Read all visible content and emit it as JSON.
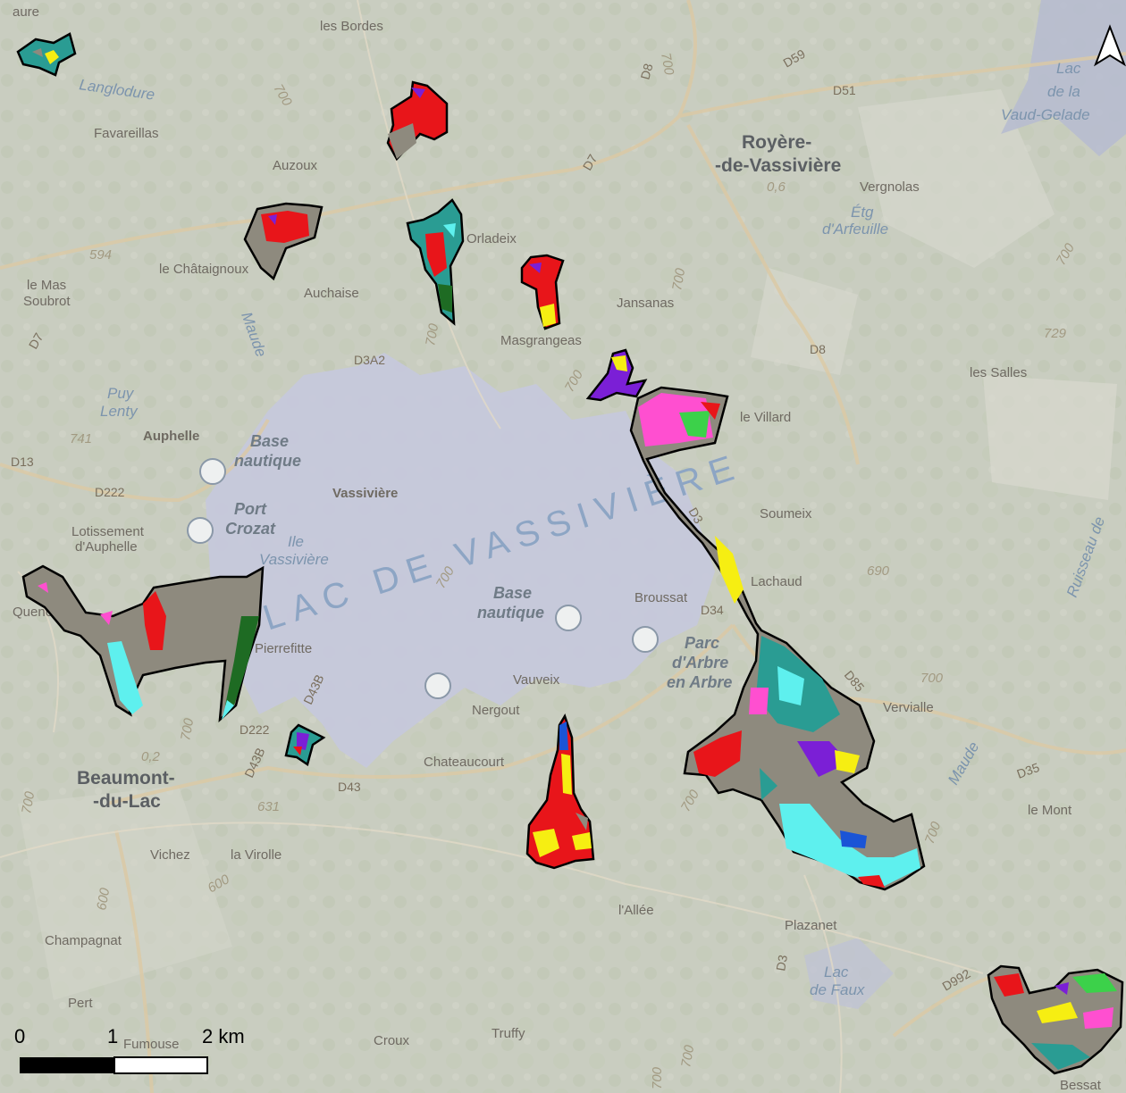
{
  "map": {
    "places": [
      "les Bordes",
      "Favareillas",
      "Auzoux",
      "le Châtaignoux",
      "Auchaise",
      "le Mas",
      "Soubrot",
      "Orladeix",
      "Jansanas",
      "Masgrangeas",
      "Royère-",
      "-de-Vassivière",
      "Vergnolas",
      "les Salles",
      "le Villard",
      "Soumeix",
      "Lachaud",
      "Broussat",
      "Vervialle",
      "Auphelle",
      "Lotissement",
      "d'Auphelle",
      "Vassivière",
      "Pierrefitte",
      "Vauveix",
      "Nergout",
      "Chateaucourt",
      "Beaumont-",
      "-du-Lac",
      "Vichez",
      "la Virolle",
      "Champagnat",
      "Pert",
      "Fumouse",
      "Croux",
      "Truffy",
      "l'Allée",
      "Plazanet",
      "le Mont",
      "Bessat",
      "Quenouille",
      "Puy",
      "Lenty",
      "aure"
    ],
    "water_labels": [
      "Langlodure",
      "Étg",
      "d'Arfeuille",
      "Lac",
      "de la",
      "Vaud-Gelade",
      "Ile",
      "Vassivière",
      "Lac",
      "de Faux",
      "Ruisseau de",
      "Maude",
      "Maude"
    ],
    "lake_name": "LAC DE VASSIVIÈRE",
    "poi_labels": [
      "Base",
      "nautique",
      "Port",
      "Crozat",
      "Base",
      "nautique",
      "Parc",
      "d'Arbre",
      "en Arbre"
    ],
    "roads": [
      "D8",
      "D59",
      "D51",
      "D7",
      "D3",
      "D3A2",
      "D8",
      "D7",
      "D13",
      "D222",
      "D34",
      "D35",
      "D43B",
      "D43B",
      "D222",
      "D43",
      "D992",
      "D3",
      "D85"
    ],
    "altitudes": [
      "594",
      "741",
      "729",
      "690",
      "700",
      "700",
      "700",
      "700",
      "700",
      "700",
      "700",
      "700",
      "700",
      "700",
      "600",
      "600",
      "0,6",
      "0,2",
      "631",
      "700",
      "700",
      "700",
      "700"
    ],
    "colors": {
      "basemap": "#c8ccbf",
      "lake": "#c3c5d8",
      "red": "#e8151a",
      "yellow": "#f6ee12",
      "purple": "#7b1fd6",
      "magenta": "#ff4fd0",
      "green": "#3cd14a",
      "dark_green": "#1e6b23",
      "cyan": "#5ef0ee",
      "teal": "#2a9c93",
      "gray": "#8e8a7e",
      "blue": "#1a54d6",
      "outline": "#000000"
    }
  },
  "north_arrow": {
    "icon": "north-arrow-icon"
  },
  "scale_bar": {
    "tick_0": "0",
    "tick_1": "1",
    "tick_2": "2 km"
  }
}
